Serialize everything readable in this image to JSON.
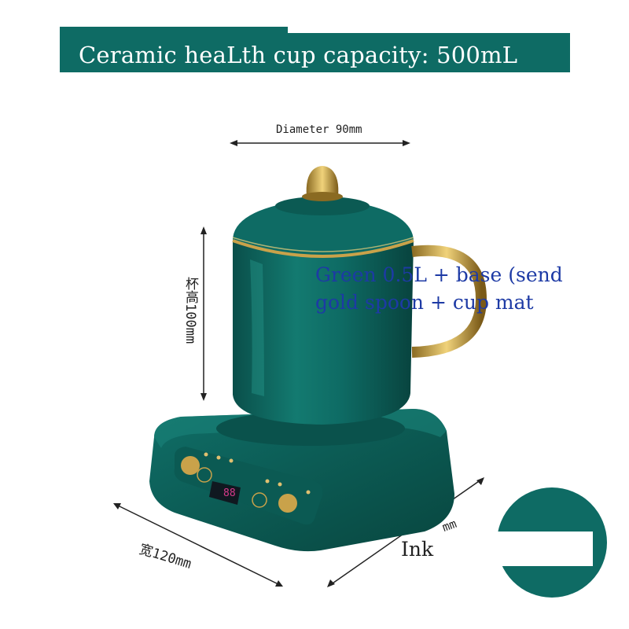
{
  "banner": {
    "title": "Ceramic heaLth cup capacity: 500mL"
  },
  "dimensions": {
    "diameter": "Diameter 90mm",
    "height": "杯高100mm",
    "width": "宽120mm",
    "depth": "mm"
  },
  "variant": {
    "line1": "Green 0.5L + base (send",
    "line2": "gold spoon + cup mat"
  },
  "color_label": "Ink",
  "display": {
    "readout": "88"
  },
  "colors": {
    "teal": "#0e6b64",
    "gold": "#c9a24a",
    "overlay_text": "#1d3aa5"
  }
}
